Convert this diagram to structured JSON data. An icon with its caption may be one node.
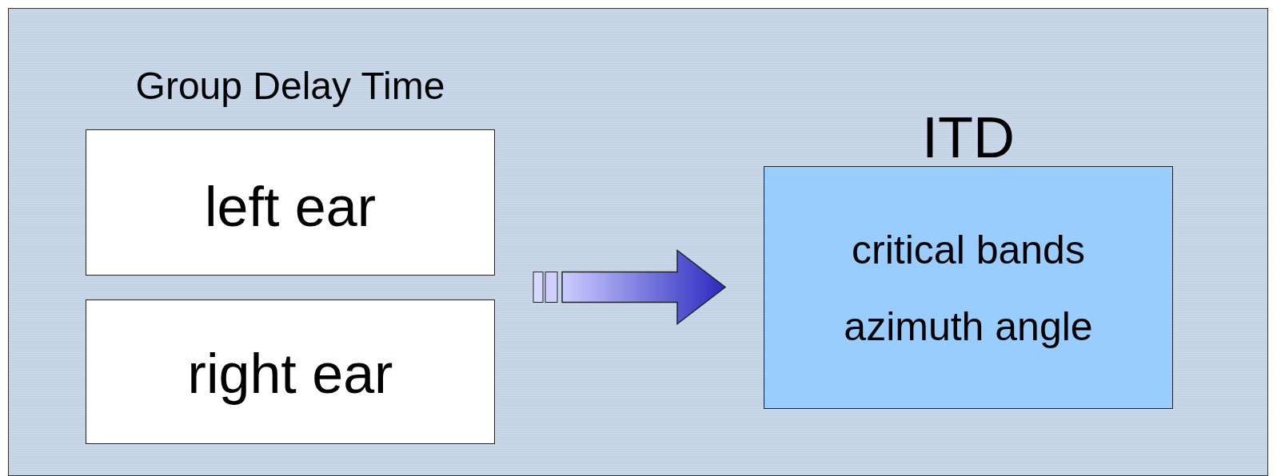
{
  "diagram": {
    "nodes": [
      {
        "text": [
          "left ear"
        ]
      },
      {
        "text": [
          "right ear"
        ]
      },
      {
        "text": [
          "ITD",
          "critical bands",
          "azimuth angle"
        ]
      }
    ],
    "edges": [
      {
        "from": 0,
        "to": 2,
        "arrow": "to"
      },
      {
        "from": 1,
        "to": 2,
        "arrow": "to"
      }
    ],
    "labels": [
      "Group Delay Time"
    ]
  }
}
